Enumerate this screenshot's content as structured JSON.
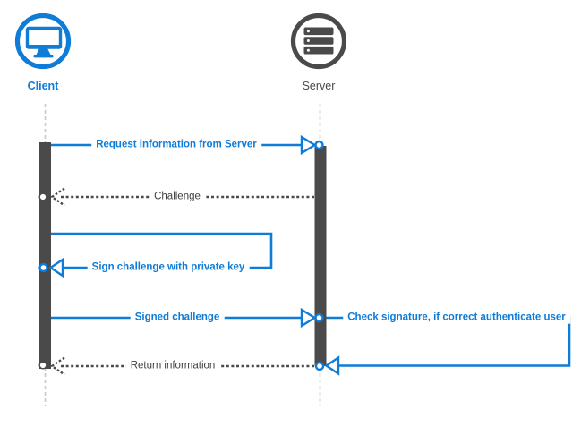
{
  "diagram": {
    "type": "sequence-diagram",
    "actors": [
      {
        "id": "client",
        "label": "Client",
        "icon": "monitor-icon",
        "color": "#0f7cd7"
      },
      {
        "id": "server",
        "label": "Server",
        "icon": "server-stack-icon",
        "color": "#4a4a4a"
      }
    ],
    "messages": [
      {
        "label": "Request information from Server",
        "from": "client",
        "to": "server",
        "line": "solid",
        "color": "#0f7cd7"
      },
      {
        "label": "Challenge",
        "from": "server",
        "to": "client",
        "line": "dashed",
        "color": "#4a4a4a"
      },
      {
        "label": "Sign challenge with private key",
        "from": "client",
        "to": "client",
        "line": "solid",
        "color": "#0f7cd7"
      },
      {
        "label": "Signed challenge",
        "from": "client",
        "to": "server",
        "line": "solid",
        "color": "#0f7cd7"
      },
      {
        "label": "Check signature, if correct authenticate user",
        "from": "server",
        "to": "server",
        "line": "solid",
        "color": "#0f7cd7"
      },
      {
        "label": "Return information",
        "from": "server",
        "to": "client",
        "line": "dashed",
        "color": "#4a4a4a"
      }
    ],
    "colors": {
      "accent_blue": "#0f7cd7",
      "dark_gray": "#4a4a4a",
      "lifeline_gray": "#c8c8c8",
      "background": "#ffffff"
    }
  }
}
